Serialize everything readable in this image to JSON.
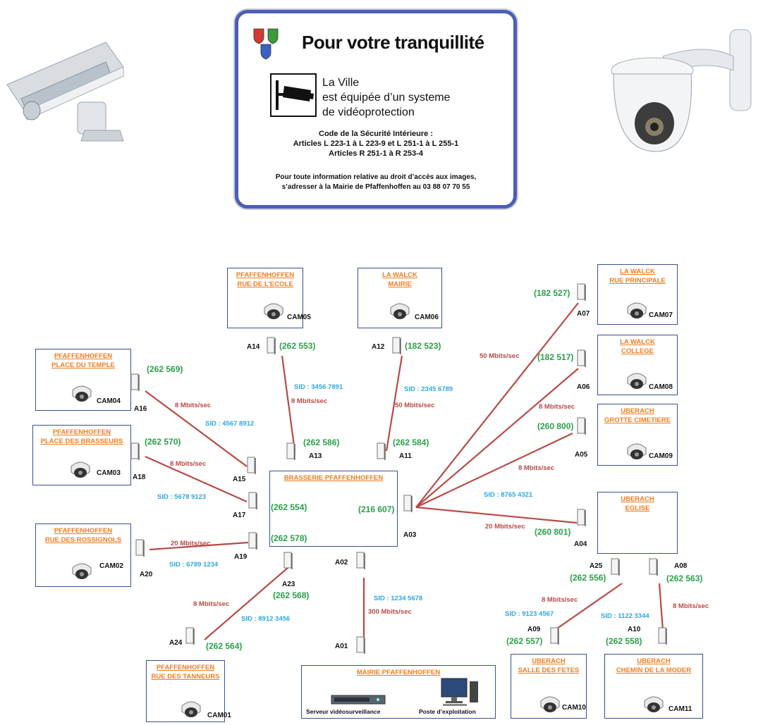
{
  "sign": {
    "title": "Pour votre tranquillité",
    "line1": "La Ville",
    "line2": "est équipée d’un systeme",
    "line3": "de vidéoprotection",
    "code_title": "Code de la Sécurité Intérieure :",
    "code_line1": "Articles L 223-1 à L 223-9 et L 251-1 à L 255-1",
    "code_line2": "Articles R 251-1 à R 253-4",
    "info_line1": "Pour toute information relative au droit d’accès aux images,",
    "info_line2": "s’adresser à la Mairie de Pfaffenhoffen au 03 88 07 70 55"
  },
  "sites": {
    "ecole": {
      "line1": "PFAFFENHOFFEN",
      "line2": "RUE DE L'ECOLE",
      "cam": "CAM05"
    },
    "mairie_walck": {
      "line1": "LA WALCK",
      "line2": "MAIRIE",
      "cam": "CAM06"
    },
    "rue_principale": {
      "line1": "LA WALCK",
      "line2": "RUE PRINCIPALE",
      "cam": "CAM07"
    },
    "college": {
      "line1": "LA WALCK",
      "line2": "COLLEGE",
      "cam": "CAM08"
    },
    "temple": {
      "line1": "PFAFFENHOFFEN",
      "line2": "PLACE DU TEMPLE",
      "cam": "CAM04"
    },
    "brasseurs": {
      "line1": "PFAFFENHOFFEN",
      "line2": "PLACE DES BRASSEURS",
      "cam": "CAM03"
    },
    "grotte": {
      "line1": "UBERACH",
      "line2": "GROTTE CIMETIERE",
      "cam": "CAM09"
    },
    "brasserie": {
      "line1": "BRASSERIE PFAFFENHOFFEN"
    },
    "eglise": {
      "line1": "UBERACH",
      "line2": "EGLISE"
    },
    "rossignols": {
      "line1": "PFAFFENHOFFEN",
      "line2": "RUE DES ROSSIGNOLS",
      "cam": "CAM02"
    },
    "tanneurs": {
      "line1": "PFAFFENHOFFEN",
      "line2": "RUE DES TANNEURS",
      "cam": "CAM01"
    },
    "mairie_pfaff": {
      "line1": "MAIRIE PFAFFENHOFFEN",
      "server": "Serveur vidéosurveillance",
      "poste": "Poste d’exploitation"
    },
    "fetes": {
      "line1": "UBERACH",
      "line2": "SALLE DES FETES",
      "cam": "CAM10"
    },
    "moder": {
      "line1": "UBERACH",
      "line2": "CHEMIN DE LA MODER",
      "cam": "CAM11"
    }
  },
  "antennas": {
    "A14": {
      "label": "A14",
      "ip": "(262 553)"
    },
    "A12": {
      "label": "A12",
      "ip": "(182 523)"
    },
    "A07": {
      "label": "A07",
      "ip": "(182 527)"
    },
    "A06": {
      "label": "A06",
      "ip": "(182 517)"
    },
    "A16": {
      "label": "A16",
      "ip": "(262 569)"
    },
    "A18": {
      "label": "A18",
      "ip": "(262 570)"
    },
    "A13": {
      "label": "A13",
      "ip": "(262 586)"
    },
    "A11": {
      "label": "A11",
      "ip": "(262 584)"
    },
    "A05": {
      "label": "A05",
      "ip": "(260 800)"
    },
    "A15": {
      "label": "A15"
    },
    "A17": {
      "label": "A17",
      "ip": "(262 554)"
    },
    "A19": {
      "label": "A19",
      "ip": "(262 578)"
    },
    "A03": {
      "label": "A03",
      "ip": "(216 607)"
    },
    "A04": {
      "label": "A04",
      "ip": "(260 801)"
    },
    "A20": {
      "label": "A20"
    },
    "A02": {
      "label": "A02"
    },
    "A23": {
      "label": "A23",
      "ip": "(262 568)"
    },
    "A25": {
      "label": "A25",
      "ip": "(262 556)"
    },
    "A08": {
      "label": "A08",
      "ip": "(262 563)"
    },
    "A24": {
      "label": "A24",
      "ip": "(262 564)"
    },
    "A01": {
      "label": "A01"
    },
    "A09": {
      "label": "A09",
      "ip": "(262 557)"
    },
    "A10": {
      "label": "A10",
      "ip": "(262 558)"
    }
  },
  "links": {
    "a14_a13": {
      "sid": "SID : 3456 7891",
      "bw": "8 Mbits/sec"
    },
    "a12_a11": {
      "sid": "SID : 2345 6789",
      "bw": "50 Mbits/sec"
    },
    "a07_a03": {
      "bw": "50 Mbits/sec"
    },
    "a06_a03": {
      "bw": "8 Mbits/sec"
    },
    "a05_a03": {
      "bw": "8 Mbits/sec"
    },
    "a04_a03": {
      "sid": "SID : 8765 4321",
      "bw": "20 Mbits/sec"
    },
    "a16_a15": {
      "sid": "SID : 4567 8912",
      "bw": "8 Mbits/sec"
    },
    "a18_a17": {
      "sid": "SID : 5678 9123",
      "bw": "8 Mbits/sec"
    },
    "a20_a19": {
      "sid": "SID : 6789 1234",
      "bw": "20 Mbits/sec"
    },
    "a24_a23": {
      "sid": "SID : 8912 3456",
      "bw": "8 Mbits/sec"
    },
    "a02_a01": {
      "sid": "SID : 1234 5678",
      "bw": "300 Mbits/sec"
    },
    "a25_a09": {
      "sid": "SID : 9123 4567",
      "bw": "8 Mbits/sec"
    },
    "a08_a10": {
      "sid": "SID : 1122 3344",
      "bw": "8 Mbits/sec"
    }
  },
  "colors": {
    "link": "#b84a46",
    "sid": "#2fa9dd",
    "ip": "#2aa14a",
    "site_title": "#ee7d22",
    "border": "#3b4f8f",
    "sign_border": "#4a5fb5"
  }
}
